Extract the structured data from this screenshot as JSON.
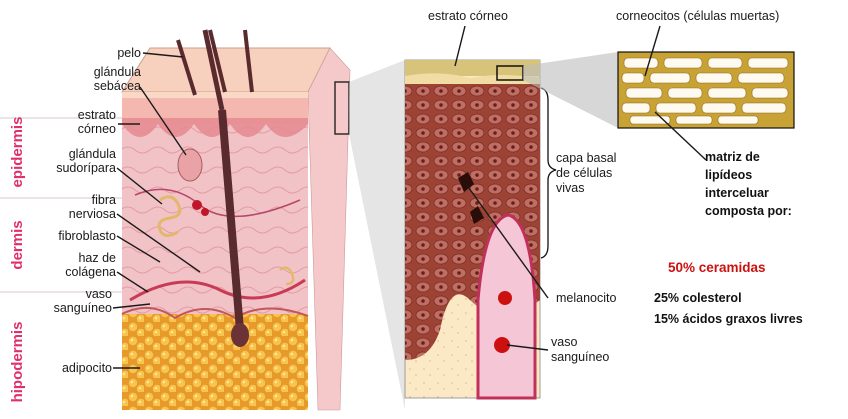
{
  "colors": {
    "epidermis": "#f4b8b0",
    "dermis": "#f2c7c4",
    "fat": "#f0b33a",
    "hair": "#5a2b2e",
    "accent_red": "#cc1111",
    "layer_label": "#e0306a",
    "corneum": "#d7c37a",
    "callout_grey": "#9a9a9a"
  },
  "layers": {
    "epidermis": "epidermis",
    "dermis": "dermis",
    "hipodermis": "hipodermis"
  },
  "left_labels": {
    "pelo": "pelo",
    "glandula_sebacea_1": "glándula",
    "glandula_sebacea_2": "sebácea",
    "estrato_corneo_1": "estrato",
    "estrato_corneo_2": "córneo",
    "glandula_sudoripara_1": "glándula",
    "glandula_sudoripara_2": "sudorípara",
    "fibra_nerviosa_1": "fibra",
    "fibra_nerviosa_2": "nerviosa",
    "fibroblasto": "fibroblasto",
    "haz_colagena_1": "haz de",
    "haz_colagena_2": "colágena",
    "vaso_sanguineo_1": "vaso",
    "vaso_sanguineo_2": "sanguíneo",
    "adipocito": "adipocito"
  },
  "middle_labels": {
    "estrato_corneo": "estrato córneo",
    "capa_basal_1": "capa basal",
    "capa_basal_2": "de células",
    "capa_basal_3": "vivas",
    "melanocito": "melanocito",
    "vaso_sanguineo_1": "vaso",
    "vaso_sanguineo_2": "sanguíneo"
  },
  "right_labels": {
    "corneocitos": "corneocitos (células muertas)",
    "matriz_1": "matriz de",
    "matriz_2": "lipídeos",
    "matriz_3": "interceluar",
    "matriz_4": "composta por:",
    "ceramidas": "50% ceramidas",
    "colesterol": "25% colesterol",
    "acidos": "15% ácidos graxos livres"
  }
}
